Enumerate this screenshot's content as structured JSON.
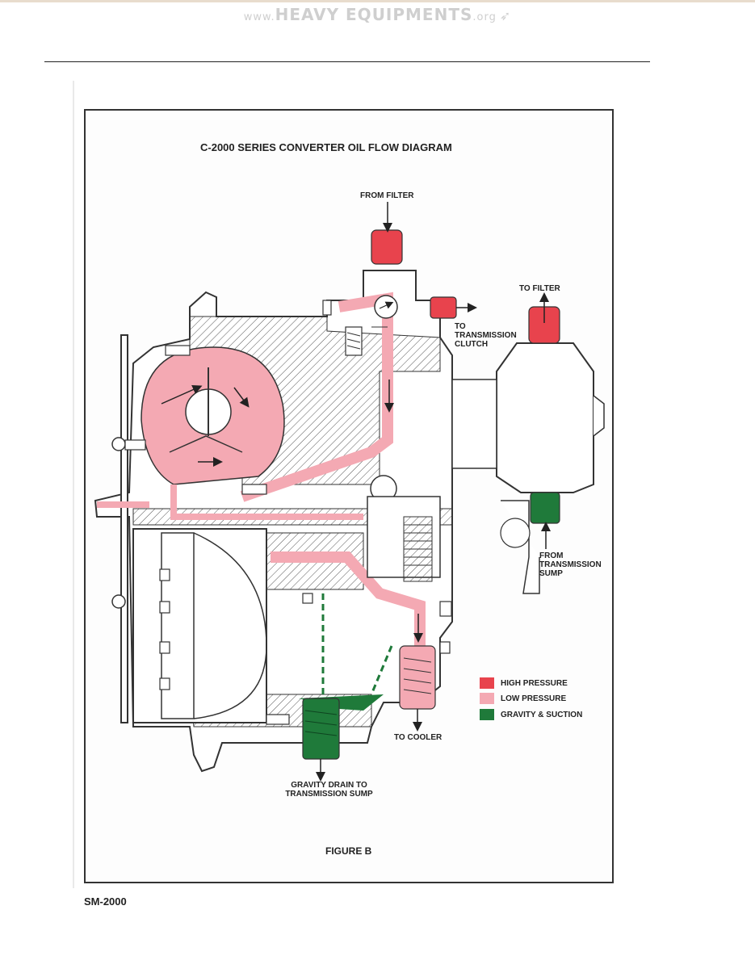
{
  "watermark": {
    "prefix": "www.",
    "main": "HEAVY EQUIPMENTS",
    "suffix": ".org"
  },
  "diagram": {
    "title": "C-2000 SERIES CONVERTER OIL FLOW DIAGRAM",
    "figure_label": "FIGURE B",
    "labels": {
      "from_filter": "FROM FILTER",
      "to_filter": "TO FILTER",
      "to_transmission_clutch": [
        "TO",
        "TRANSMISSION",
        "CLUTCH"
      ],
      "from_transmission_sump": [
        "FROM",
        "TRANSMISSION",
        "SUMP"
      ],
      "to_cooler": "TO COOLER",
      "gravity_drain": [
        "GRAVITY DRAIN TO",
        "TRANSMISSION SUMP"
      ]
    },
    "legend": [
      {
        "label": "HIGH PRESSURE",
        "color": "#e8434d"
      },
      {
        "label": "LOW PRESSURE",
        "color": "#f4a9b3"
      },
      {
        "label": "GRAVITY & SUCTION",
        "color": "#1f7a3a"
      }
    ]
  },
  "document_id": "SM-2000",
  "colors": {
    "high": "#e8434d",
    "low": "#f4a9b3",
    "gravity": "#1f7a3a",
    "line": "#333333"
  }
}
